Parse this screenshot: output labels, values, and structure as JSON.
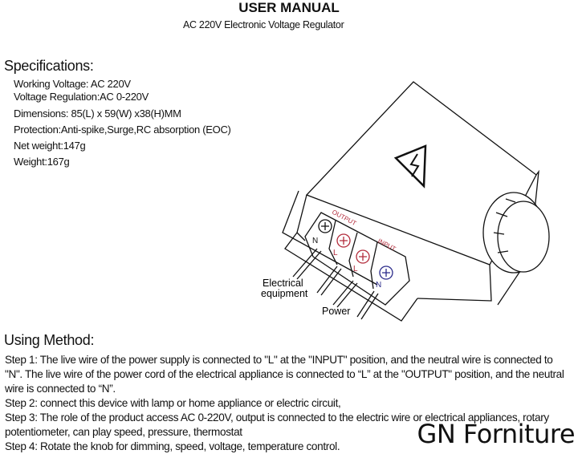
{
  "header": {
    "title": "USER MANUAL",
    "subtitle": "AC 220V Electronic Voltage Regulator"
  },
  "specifications": {
    "heading": "Specifications:",
    "items": [
      "Working Voltage: AC 220V",
      "Voltage Regulation:AC 0-220V",
      "Dimensions: 85(L) x 59(W) x38(H)MM",
      "Protection:Anti-spike,Surge,RC absorption (EOC)",
      "Net weight:147g",
      "Weight:167g"
    ]
  },
  "diagram": {
    "output_label": "OUTPUT",
    "input_label": "INPUT",
    "terminals": [
      "N",
      "L",
      "L",
      "N"
    ],
    "electrical_label_1": "Electrical",
    "electrical_label_2": "equipment",
    "power_label": "Power",
    "colors": {
      "output": "#b22a3a",
      "input_n": "#2a2a8a"
    }
  },
  "using_method": {
    "heading": "Using Method:",
    "lines": [
      "Step 1: The live wire of the power supply is connected to \"L\" at the \"INPUT\" position, and the neutral wire is connected to",
      "\"N\". The live wire of the power cord of the electrical appliance is connected to “L” at the \"OUTPUT\" position, and the neutral",
      "wire is connected to “N”.",
      "Step 2: connect this device with lamp or home appliance or electric circuit,",
      "Step 3: The role of the product access AC 0-220V, output is connected to the electric wire or electrical appliances, rotary",
      "potentiometer, can play speed, pressure, thermostat",
      "Step 4: Rotate the knob for dimming, speed, voltage, temperature control."
    ]
  },
  "brand": "GN Forniture"
}
